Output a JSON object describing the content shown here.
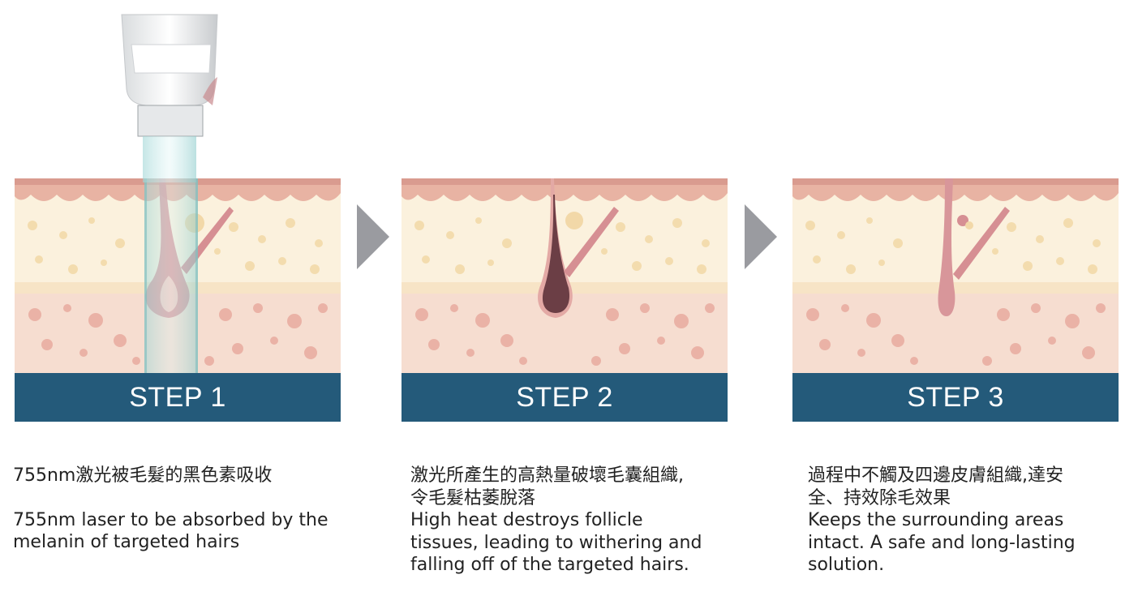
{
  "steps": [
    {
      "label": "STEP 1",
      "text_zh": "755nm激光被毛髮的黑色素吸收",
      "text_en_lines": [
        "755nm laser to be absorbed by the",
        "melanin of targeted hairs"
      ]
    },
    {
      "label": "STEP 2",
      "text_zh_lines": [
        "激光所產生的高熱量破壞毛囊組織,",
        "令毛髮枯萎脫落"
      ],
      "text_en_lines": [
        "High heat destroys follicle",
        "tissues, leading to withering and",
        "falling off of the targeted hairs."
      ]
    },
    {
      "label": "STEP 3",
      "text_zh_lines": [
        "過程中不觸及四邊皮膚組織,達安",
        "全、持效除毛效果"
      ],
      "text_en_lines": [
        "Keeps the surrounding areas",
        "intact. A safe and long-lasting",
        "solution."
      ]
    }
  ],
  "colors": {
    "step_bar": "#245a7a",
    "arrow": "#9a9ba0",
    "skin_top": "#e8b3a3",
    "skin_upper": "#fbf1dd",
    "skin_lower": "#f6ddd0",
    "dots_upper": "#f3dcae",
    "dots_lower": "#eab2a6",
    "follicle_dark": "#6b3e45",
    "follicle_light": "#d68f93"
  },
  "icons": [
    "laser-handpiece-icon",
    "step-arrow-icon"
  ]
}
